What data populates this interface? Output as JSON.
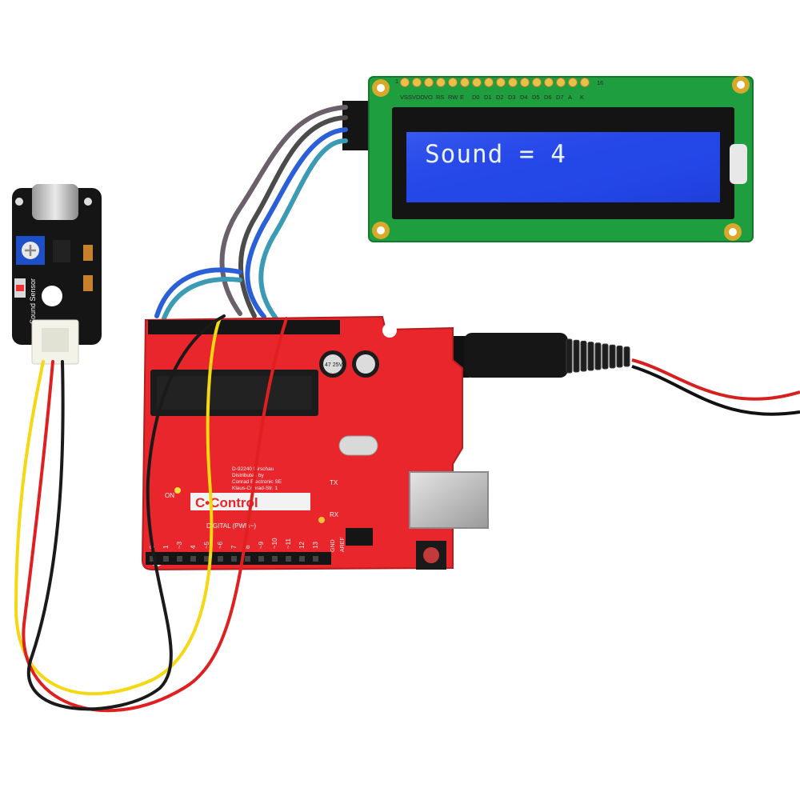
{
  "lcd": {
    "display_text": "Sound = 4",
    "pin_first": "1",
    "pin_last": "16",
    "pin_labels": [
      "VSS",
      "VDD",
      "VO",
      "RS",
      "RW",
      "E",
      "D0",
      "D1",
      "D2",
      "D3",
      "D4",
      "D5",
      "D6",
      "D7",
      "A",
      "K"
    ]
  },
  "sensor": {
    "label": "Sound Sensor"
  },
  "board": {
    "brand": "C•Control",
    "distributed_line1": "Distributed by",
    "distributed_line2": "Conrad Electronic SE",
    "distributed_line3": "Klaus-Conrad-Str. 1",
    "distributed_line4": "D-92240 Hirschau",
    "header_label": "DIGITAL (PWM~)",
    "on_label": "ON",
    "tx_label": "TX",
    "rx_label": "RX",
    "gnd_label": "GND",
    "aref_label": "AREF",
    "digital_pins": [
      "0",
      "1",
      "~3",
      "4",
      "~5",
      "~6",
      "7",
      "8",
      "~9",
      "~10",
      "~11",
      "12",
      "13"
    ],
    "cap_label": "47 25V"
  },
  "colors": {
    "board_red": "#e8262b",
    "lcd_blue": "#2447e8",
    "lcd_pcb_green": "#1d9a3c",
    "sensor_black": "#151515"
  }
}
